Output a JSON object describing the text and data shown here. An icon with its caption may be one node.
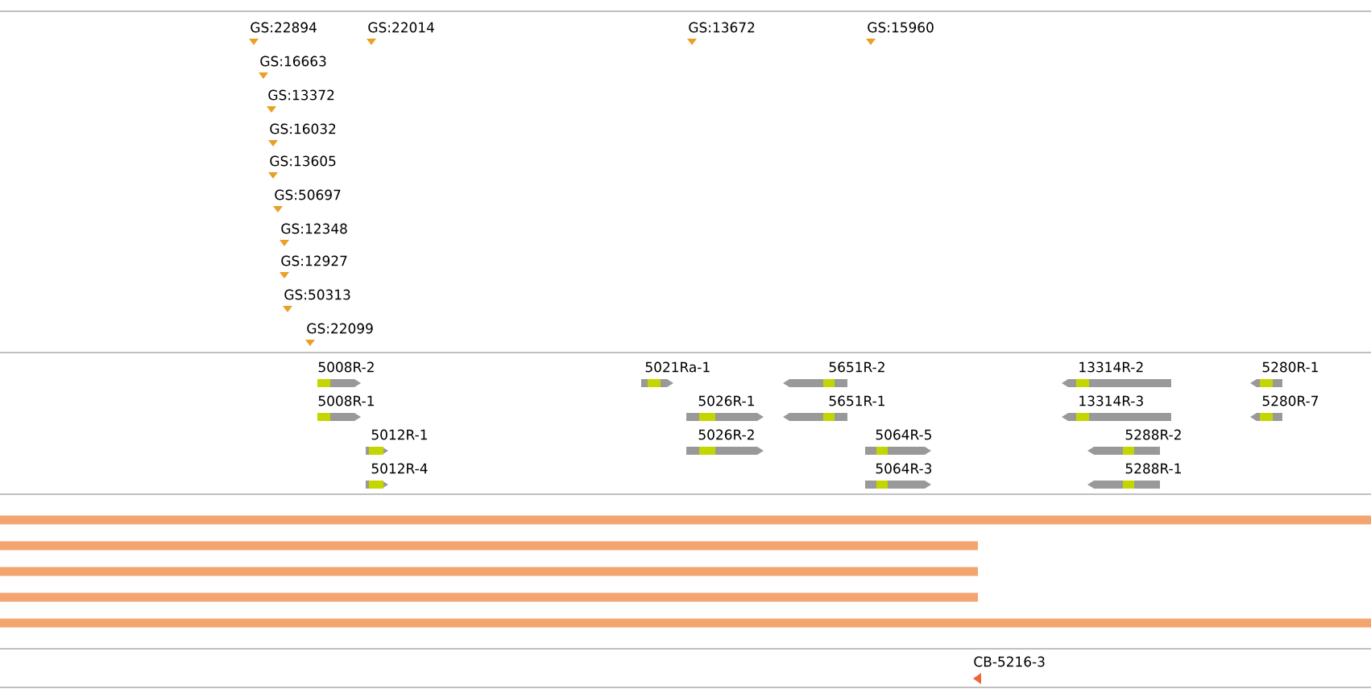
{
  "diagram": {
    "labels": [
      "GS:22894",
      "GS:22014",
      "GS:13672",
      "GS:15960",
      "GS:16663",
      "GS:13372",
      "GS:16032",
      "GS:13605",
      "GS:50697",
      "GS:12348",
      "GS:12927",
      "GS:50313",
      "GS:22099",
      "5008R-2",
      "5021Ra-1",
      "5651R-2",
      "13314R-2",
      "5280R-1",
      "5008R-1",
      "5026R-1",
      "5651R-1",
      "13314R-3",
      "5280R-7",
      "5012R-1",
      "5026R-2",
      "5064R-5",
      "5288R-2",
      "5012R-4",
      "5064R-3",
      "5288R-1",
      "CB-5216-3"
    ]
  }
}
